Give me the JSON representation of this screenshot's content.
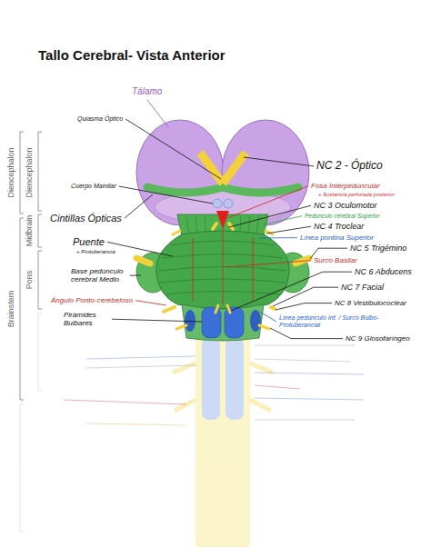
{
  "diagram": {
    "title": "Tallo Cerebral- Vista Anterior",
    "labels": [
      "Tálamo",
      "Quiasma Óptico",
      "Cuerpo Mamilar",
      "Cintillas Ópticas",
      "Puente",
      "+ Protuberancia",
      "Base pedúnculo cerebral Medio",
      "Ángulo Ponto-cerebeloso",
      "Pirámides Bulbares",
      "NC 2 - Óptico",
      "Fosa Interpeduncular",
      "+ Sustancia perforada posterior",
      "NC 3 Oculomotor",
      "Pedúnculo cerebral Superior",
      "NC 4 Troclear",
      "Línea pontina Superior",
      "NC 5 Trigémino",
      "Surco Basilar",
      "NC 6 Abducens",
      "NC 7 Facial",
      "NC 8 Vestibulococlear",
      "Línea pedúnculo Inf. / Surco Bulbo-Protuberancial",
      "NC 9 Glosofaríngeo",
      "Diencephalon",
      "Diencephalon",
      "Midbrain",
      "Pons",
      "Brainstem"
    ]
  }
}
